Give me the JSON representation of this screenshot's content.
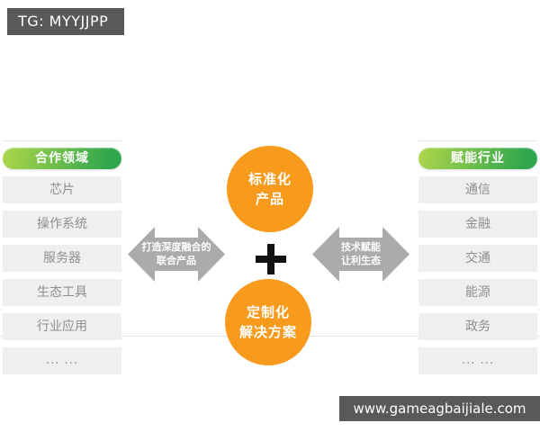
{
  "badge": {
    "text": "TG: MYYJJPP"
  },
  "left_column": {
    "header": "合作领域",
    "items": [
      "芯片",
      "操作系统",
      "服务器",
      "生态工具",
      "行业应用",
      "... ..."
    ]
  },
  "right_column": {
    "header": "赋能行业",
    "items": [
      "通信",
      "金融",
      "交通",
      "能源",
      "政务",
      "... ..."
    ]
  },
  "center": {
    "top_circle": {
      "line1": "标准化",
      "line2": "产品"
    },
    "bottom_circle": {
      "line1": "定制化",
      "line2": "解决方案"
    },
    "plus": "+",
    "left_arrow": {
      "line1": "打造深度融合的",
      "line2": "联合产品"
    },
    "right_arrow": {
      "line1": "技术赋能",
      "line2": "让利生态"
    }
  },
  "footer": {
    "url": "www.gameagbaijiale.com"
  },
  "colors": {
    "dark_gray": "#595959",
    "green_light": "#aed64a",
    "green_dark": "#2ea64e",
    "orange": "#f89b1c",
    "arrow_gray": "#ababab"
  }
}
